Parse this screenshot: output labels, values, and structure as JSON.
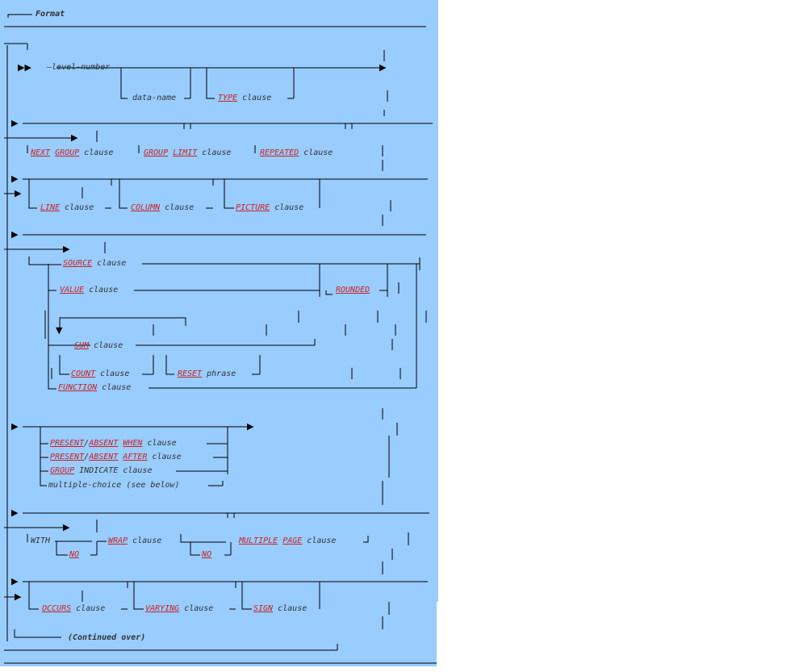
{
  "title": "Format",
  "continued": "(Continued over)",
  "tokens": {
    "level_number": "level-number",
    "data_name": "data-name",
    "type": "TYPE",
    "clause": "clause",
    "next": "NEXT",
    "group": "GROUP",
    "limit": "LIMIT",
    "repeated": "REPEATED",
    "line": "LINE",
    "column": "COLUMN",
    "picture": "PICTURE",
    "source": "SOURCE",
    "value": "VALUE",
    "rounded": "ROUNDED",
    "sum": "SUM",
    "count": "COUNT",
    "reset": "RESET",
    "phrase": "phrase",
    "function": "FUNCTION",
    "present": "PRESENT",
    "absent": "ABSENT",
    "when": "WHEN",
    "after": "AFTER",
    "indicate": "INDICATE",
    "multiple_choice": "multiple-choice (see below)",
    "with": "WITH",
    "no": "NO",
    "wrap": "WRAP",
    "multiple": "MULTIPLE",
    "page": "PAGE",
    "occurs": "OCCURS",
    "varying": "VARYING",
    "sign": "SIGN",
    "slash": "/"
  }
}
